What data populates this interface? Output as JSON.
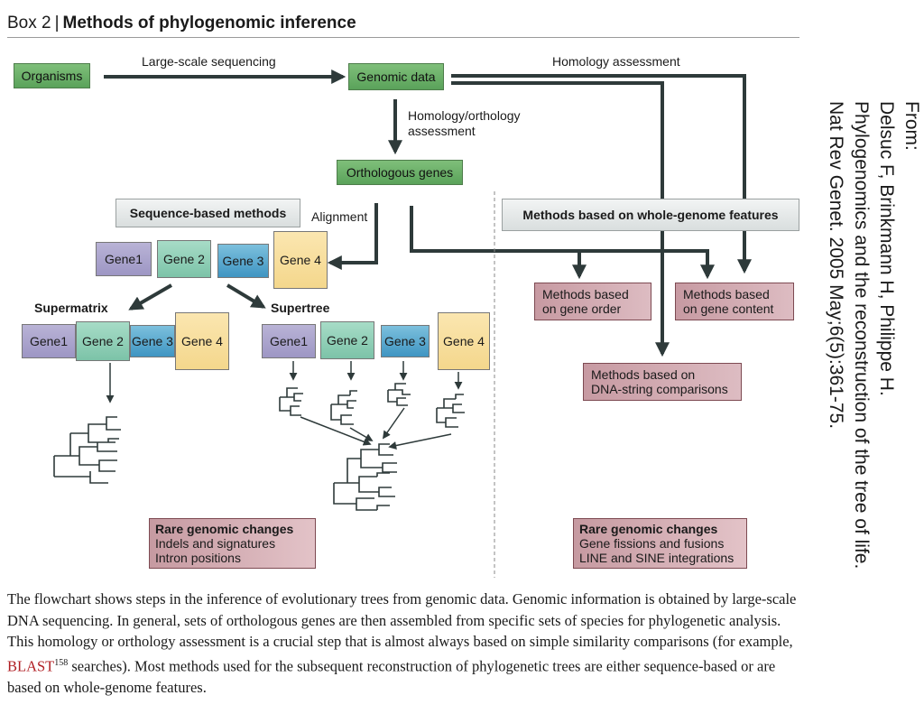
{
  "header": {
    "box_label": "Box 2",
    "separator": "|",
    "title": "Methods of phylogenomic inference"
  },
  "flow": {
    "organisms": "Organisms",
    "large_scale": "Large-scale sequencing",
    "genomic_data": "Genomic data",
    "homology_assessment": "Homology assessment",
    "homology_orthology_1": "Homology/orthology",
    "homology_orthology_2": "assessment",
    "orthologous_genes": "Orthologous genes",
    "sequence_methods": "Sequence-based methods",
    "alignment": "Alignment",
    "whole_genome_methods": "Methods based on whole-genome features",
    "gene_order_1": "Methods based",
    "gene_order_2": "on gene order",
    "gene_content_1": "Methods based",
    "gene_content_2": "on gene content",
    "dna_string_1": "Methods based on",
    "dna_string_2": "DNA-string comparisons",
    "supermatrix": "Supermatrix",
    "supertree": "Supertree",
    "genes": [
      "Gene1",
      "Gene 2",
      "Gene 3",
      "Gene 4"
    ],
    "rare_left": {
      "heading": "Rare genomic changes",
      "line1": "Indels and signatures",
      "line2": "Intron positions"
    },
    "rare_right": {
      "heading": "Rare genomic changes",
      "line1": "Gene fissions and fusions",
      "line2": "LINE and SINE integrations"
    }
  },
  "caption": {
    "text_before": "The flowchart shows steps in the inference of evolutionary trees from genomic data. Genomic information is obtained by large-scale DNA sequencing. In general, sets of orthologous genes are then assembled from specific sets of species for phylogenetic analysis. This homology or orthology assessment is a crucial step that is almost always based on simple similarity comparisons (for example, ",
    "link": "BLAST",
    "ref": "158",
    "text_after": " searches). Most methods used for the subsequent reconstruction of phylogenetic trees are either sequence-based or are based on whole-genome features."
  },
  "citation": {
    "from": "From:",
    "authors": "Delsuc F, Brinkmann H, Philippe H.",
    "title": "Phylogenomics and the reconstruction of the tree of life.",
    "journal": "Nat Rev Genet. 2005 May;6(5):361-75."
  },
  "colors": {
    "green": "#6aae66",
    "mauve": "#d0a9b0",
    "gene1": "#aaa4cd",
    "gene2": "#8ecdb5",
    "gene3": "#4fa3cb",
    "gene4": "#f7dd9c",
    "link": "#b01e23"
  }
}
